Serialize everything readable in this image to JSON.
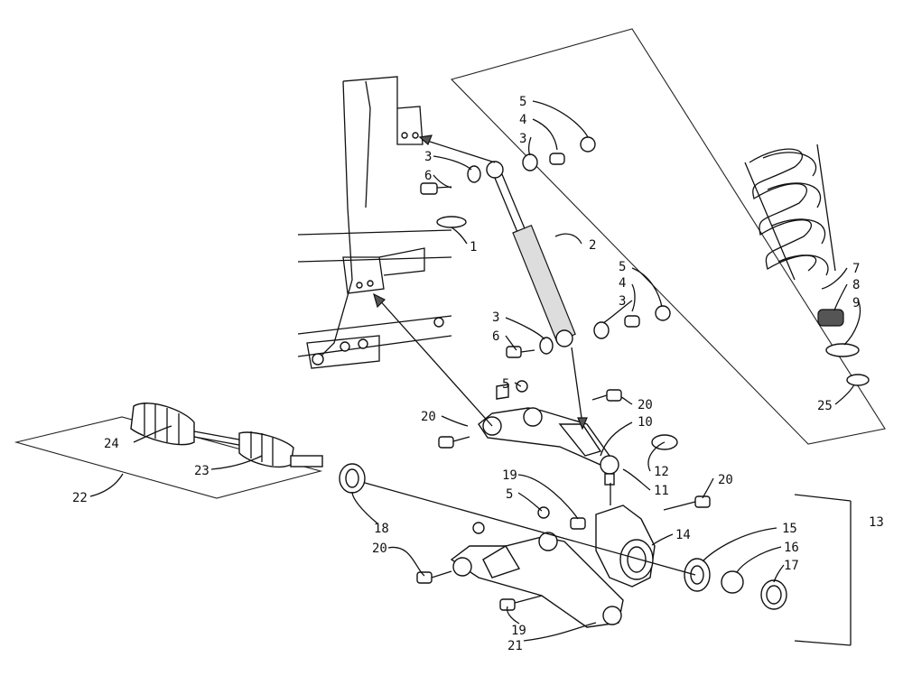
{
  "callouts": [
    "1",
    "2",
    "3",
    "3",
    "3",
    "3",
    "4",
    "4",
    "5",
    "5",
    "5",
    "5",
    "6",
    "6",
    "7",
    "8",
    "9",
    "10",
    "11",
    "12",
    "13",
    "14",
    "15",
    "16",
    "17",
    "18",
    "19",
    "19",
    "20",
    "20",
    "20",
    "20",
    "21",
    "22",
    "23",
    "24",
    "25"
  ]
}
